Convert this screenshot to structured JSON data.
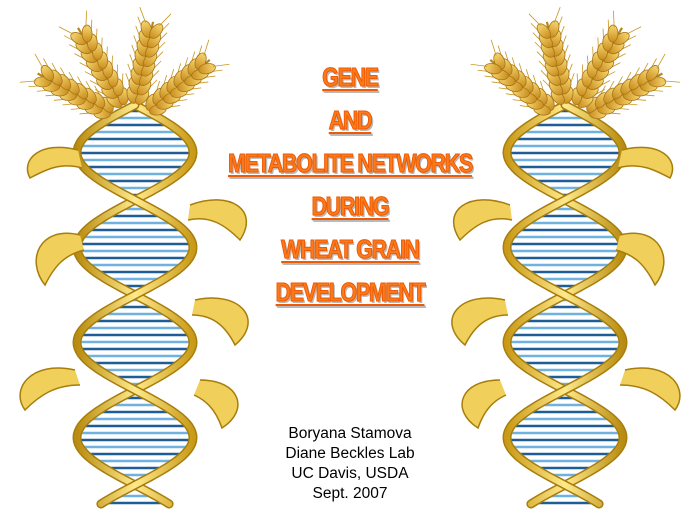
{
  "title_lines": [
    "GENE",
    "AND",
    "METABOLITE NETWORKS",
    "DURING",
    "WHEAT GRAIN",
    "DEVELOPMENT"
  ],
  "author_lines": [
    "Boryana Stamova",
    "Diane Beckles Lab",
    "UC Davis, USDA",
    "Sept. 2007"
  ],
  "colors": {
    "title": "#fb7a1a",
    "title_outline": "#ee5a05",
    "title_shadow": "#b9b9b9",
    "helix_gold": "#e8c233",
    "rung_dark": "#1f5d96",
    "rung_light": "#6fb2e0",
    "wheat": "#e6b53a"
  },
  "decorations": [
    "dna-double-helix-left",
    "dna-double-helix-right",
    "wheat-ears-left",
    "wheat-ears-right"
  ]
}
